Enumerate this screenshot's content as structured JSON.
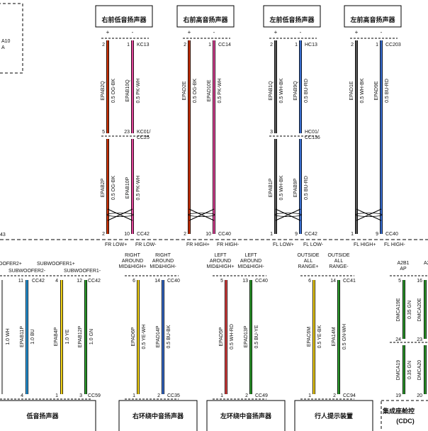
{
  "partial_left": {
    "line1": "A10",
    "line2": "A",
    "pin": "43"
  },
  "speakers": [
    {
      "name": "右前低音扬声器",
      "plus": "+",
      "minus": "-",
      "pin_plus": "2",
      "pin_minus": "1",
      "conn_top": "KC13",
      "mid_pin_plus": "5",
      "mid_pin_minus": "23",
      "mid_conn": "KC01/\nCC25",
      "bot_pin_plus": "2",
      "bot_pin_minus": "10",
      "bot_conn": "CC42",
      "sig_plus": "FR LOW+",
      "sig_minus": "FR LOW-",
      "upper_wire_a_code": "EPAB2Q",
      "upper_wire_a_spec": "0.5 OG-BK",
      "upper_wire_b_code": "EPAB10Q",
      "upper_wire_b_spec": "0.5 PK-WH",
      "lower_wire_a_code": "EPAB2P",
      "lower_wire_a_spec": "0.5 OG-BK",
      "lower_wire_b_code": "EPAB10P",
      "lower_wire_b_spec": "0.5 PK-WH",
      "color_a": "#cc3300",
      "color_b": "#e0489a"
    },
    {
      "name": "右前高音扬声器",
      "plus": "+",
      "minus": "-",
      "pin_plus": "2",
      "pin_minus": "1",
      "conn_top": "CC14",
      "mid_pin_plus": "",
      "mid_pin_minus": "",
      "mid_conn": "",
      "bot_pin_plus": "2",
      "bot_pin_minus": "10",
      "bot_conn": "CC40",
      "sig_plus": "FR HIGH+",
      "sig_minus": "FR HIGH-",
      "upper_wire_a_code": "EPAD2E",
      "upper_wire_a_spec": "0.5 OG-BK",
      "upper_wire_b_code": "EPAD10E",
      "upper_wire_b_spec": "0.5 PK-WH",
      "lower_wire_a_code": "",
      "lower_wire_a_spec": "",
      "lower_wire_b_code": "",
      "lower_wire_b_spec": "",
      "color_a": "#cc3300",
      "color_b": "#e0489a"
    },
    {
      "name": "左前低音扬声器",
      "plus": "+",
      "minus": "-",
      "pin_plus": "2",
      "pin_minus": "1",
      "conn_top": "HC13",
      "mid_pin_plus": "3",
      "mid_pin_minus": "",
      "mid_conn": "HC01/\nCC136",
      "bot_pin_plus": "1",
      "bot_pin_minus": "9",
      "bot_conn": "CC42",
      "sig_plus": "FL LOW+",
      "sig_minus": "FL LOW-",
      "upper_wire_a_code": "EPAB1Q",
      "upper_wire_a_spec": "0.5 WH-BK",
      "upper_wire_b_code": "EPAB9Q",
      "upper_wire_b_spec": "0.5 BU-RD",
      "lower_wire_a_code": "EPAB1P",
      "lower_wire_a_spec": "0.5 WH-BK",
      "lower_wire_b_code": "EPAB9P",
      "lower_wire_b_spec": "0.5 BU-RD",
      "color_a": "#555555",
      "color_b": "#3a6fd0"
    },
    {
      "name": "左前高音扬声器",
      "plus": "+",
      "minus": "-",
      "pin_plus": "2",
      "pin_minus": "1",
      "conn_top": "CC203",
      "mid_pin_plus": "",
      "mid_pin_minus": "",
      "mid_conn": "",
      "bot_pin_plus": "1",
      "bot_pin_minus": "9",
      "bot_conn": "CC40",
      "sig_plus": "FL HIGH+",
      "sig_minus": "FL HIGH-",
      "upper_wire_a_code": "EPAD1E",
      "upper_wire_a_spec": "0.5 WH-BK",
      "upper_wire_b_code": "EPAD9E",
      "upper_wire_b_spec": "0.5 BU-RD",
      "lower_wire_a_code": "",
      "lower_wire_a_spec": "",
      "lower_wire_b_code": "",
      "lower_wire_b_spec": "",
      "color_a": "#555555",
      "color_b": "#3a6fd0"
    }
  ],
  "bottom_groups": [
    {
      "sig_a": "OOFER2+",
      "sig_b": "SUBWOOFER2-",
      "sig_c": "SUBWOOFER1+",
      "sig_d": "SUBWOOFER1-",
      "top_pin_1": "11",
      "top_conn_1": "CC42",
      "top_pin_2": "4",
      "top_pin_3": "12",
      "top_conn_2": "CC42",
      "w1_code": "",
      "w1_spec": "1.0 WH",
      "w2_code": "EPAB11P",
      "w2_spec": "1.0 BU",
      "w3_code": "EPAB4P",
      "w3_spec": "1.0 YE",
      "w4_code": "EPAB12P",
      "w4_spec": "1.0 GN",
      "bot_pin_1": "4",
      "bot_pin_2": "1",
      "bot_pin_3": "3",
      "bot_conn": "CC59",
      "component": "低音扬声器"
    },
    {
      "sig_a": "RIGHT\nAROUND\nMID&HIGH+",
      "sig_b": "RIGHT\nAROUND\nMID&HIGH-",
      "top_pin_1": "6",
      "top_pin_2": "14",
      "top_conn": "CC40",
      "w1_code": "EPAD6P",
      "w1_spec": "0.5 YE-WH",
      "w2_code": "EPAD14P",
      "w2_spec": "0.5 BU-BK",
      "bot_pin_1": "1",
      "bot_pin_2": "2",
      "bot_conn": "CC35",
      "component": "右环绕中音扬声器"
    },
    {
      "sig_a": "LEFT\nAROUND\nMID&HIGH+",
      "sig_b": "LEFT\nAROUND\nMID&HIGH-",
      "top_pin_1": "5",
      "top_pin_2": "13",
      "top_conn": "CC40",
      "w1_code": "EPAD5P",
      "w1_spec": "0.5 WH-RD",
      "w2_code": "EPAD13P",
      "w2_spec": "0.5 BU-YE",
      "bot_pin_1": "1",
      "bot_pin_2": "2",
      "bot_conn": "CC49",
      "component": "左环绕中音扬声器"
    },
    {
      "sig_a": "OUTSIDE\nALL\nRANGE+",
      "sig_b": "OUTSIDE\nALL\nRANGE-",
      "top_pin_1": "6",
      "top_pin_2": "14",
      "top_conn": "CC41",
      "w1_code": "EPAC6M",
      "w1_spec": "0.5 YE-BK",
      "w2_code": "EPA14M",
      "w2_spec": "0.5 GN-WH",
      "bot_pin_1": "1",
      "bot_pin_2": "2",
      "bot_conn": "CC94",
      "component": "行人提示装置"
    },
    {
      "sig_a": "A2B1\nAP",
      "sig_b": "A2",
      "top_pin_1": "5",
      "top_pin_2": "16",
      "w1_code": "DMCA19E",
      "w1_spec": "0.35 GN",
      "w2_code": "DMCA20E",
      "w2_spec": "0.35",
      "mid_pin_1": "24",
      "mid_pin_2": "23",
      "w3_code": "DMCA19",
      "w3_spec": "0.35 GN",
      "w4_code": "DMCA20",
      "w4_spec": "0.35",
      "bot_pin_1": "19",
      "bot_pin_2": "20",
      "component": "集成座舱控",
      "component_sub": "(CDC)"
    }
  ],
  "colors": {
    "black": "#000000",
    "red": "#cc3300",
    "pink": "#e0489a",
    "blue": "#3a6fd0",
    "gray": "#555555",
    "yellow": "#f2d21b",
    "green": "#2e9a2e",
    "lblue": "#2a9be0"
  }
}
